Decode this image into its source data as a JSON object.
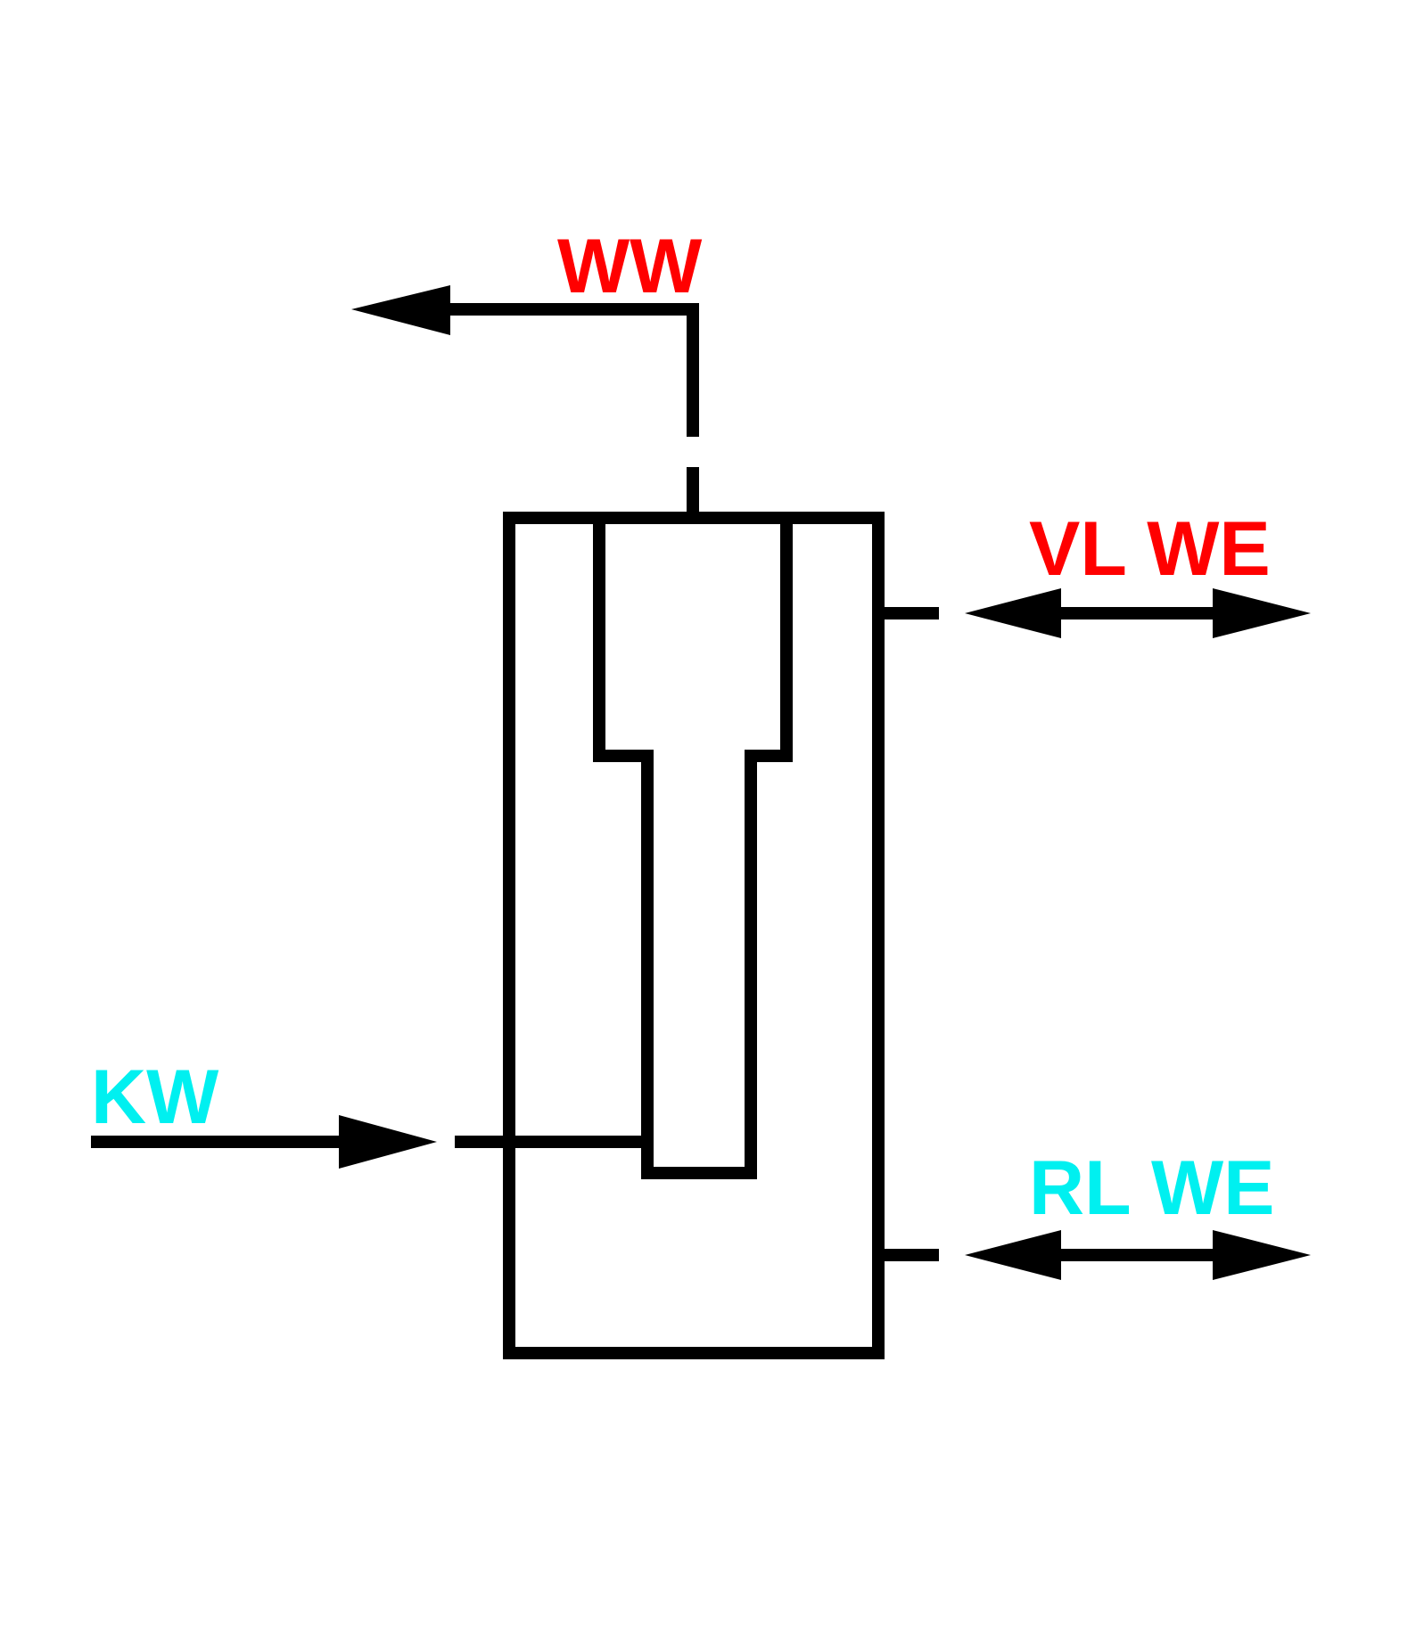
{
  "labels": {
    "ww": "WW",
    "vl_we": "VL WE",
    "kw": "KW",
    "rl_we": "RL WE"
  },
  "colors": {
    "line": "#000000",
    "hot_label": "#ff0000",
    "cold_label": "#00f0f0",
    "background": "#ffffff"
  }
}
